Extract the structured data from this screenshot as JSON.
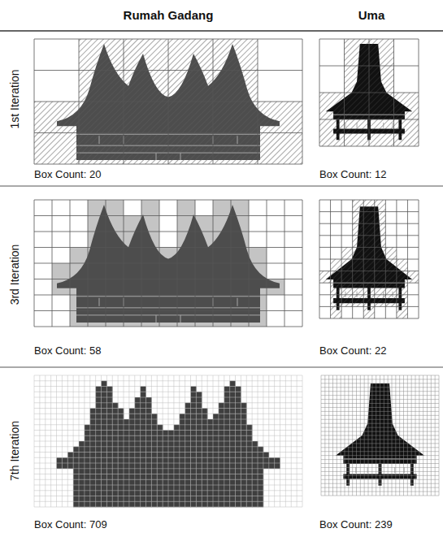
{
  "diagram": {
    "labels": [
      "Rumah Gadang",
      "Uma",
      "1st Iteration",
      "Box Count: 20",
      "Box Count: 12",
      "3rd Iteration",
      "Box Count: 58",
      "Box Count: 22",
      "7th Iteration",
      "Box Count: 709",
      "Box Count: 239"
    ]
  }
}
